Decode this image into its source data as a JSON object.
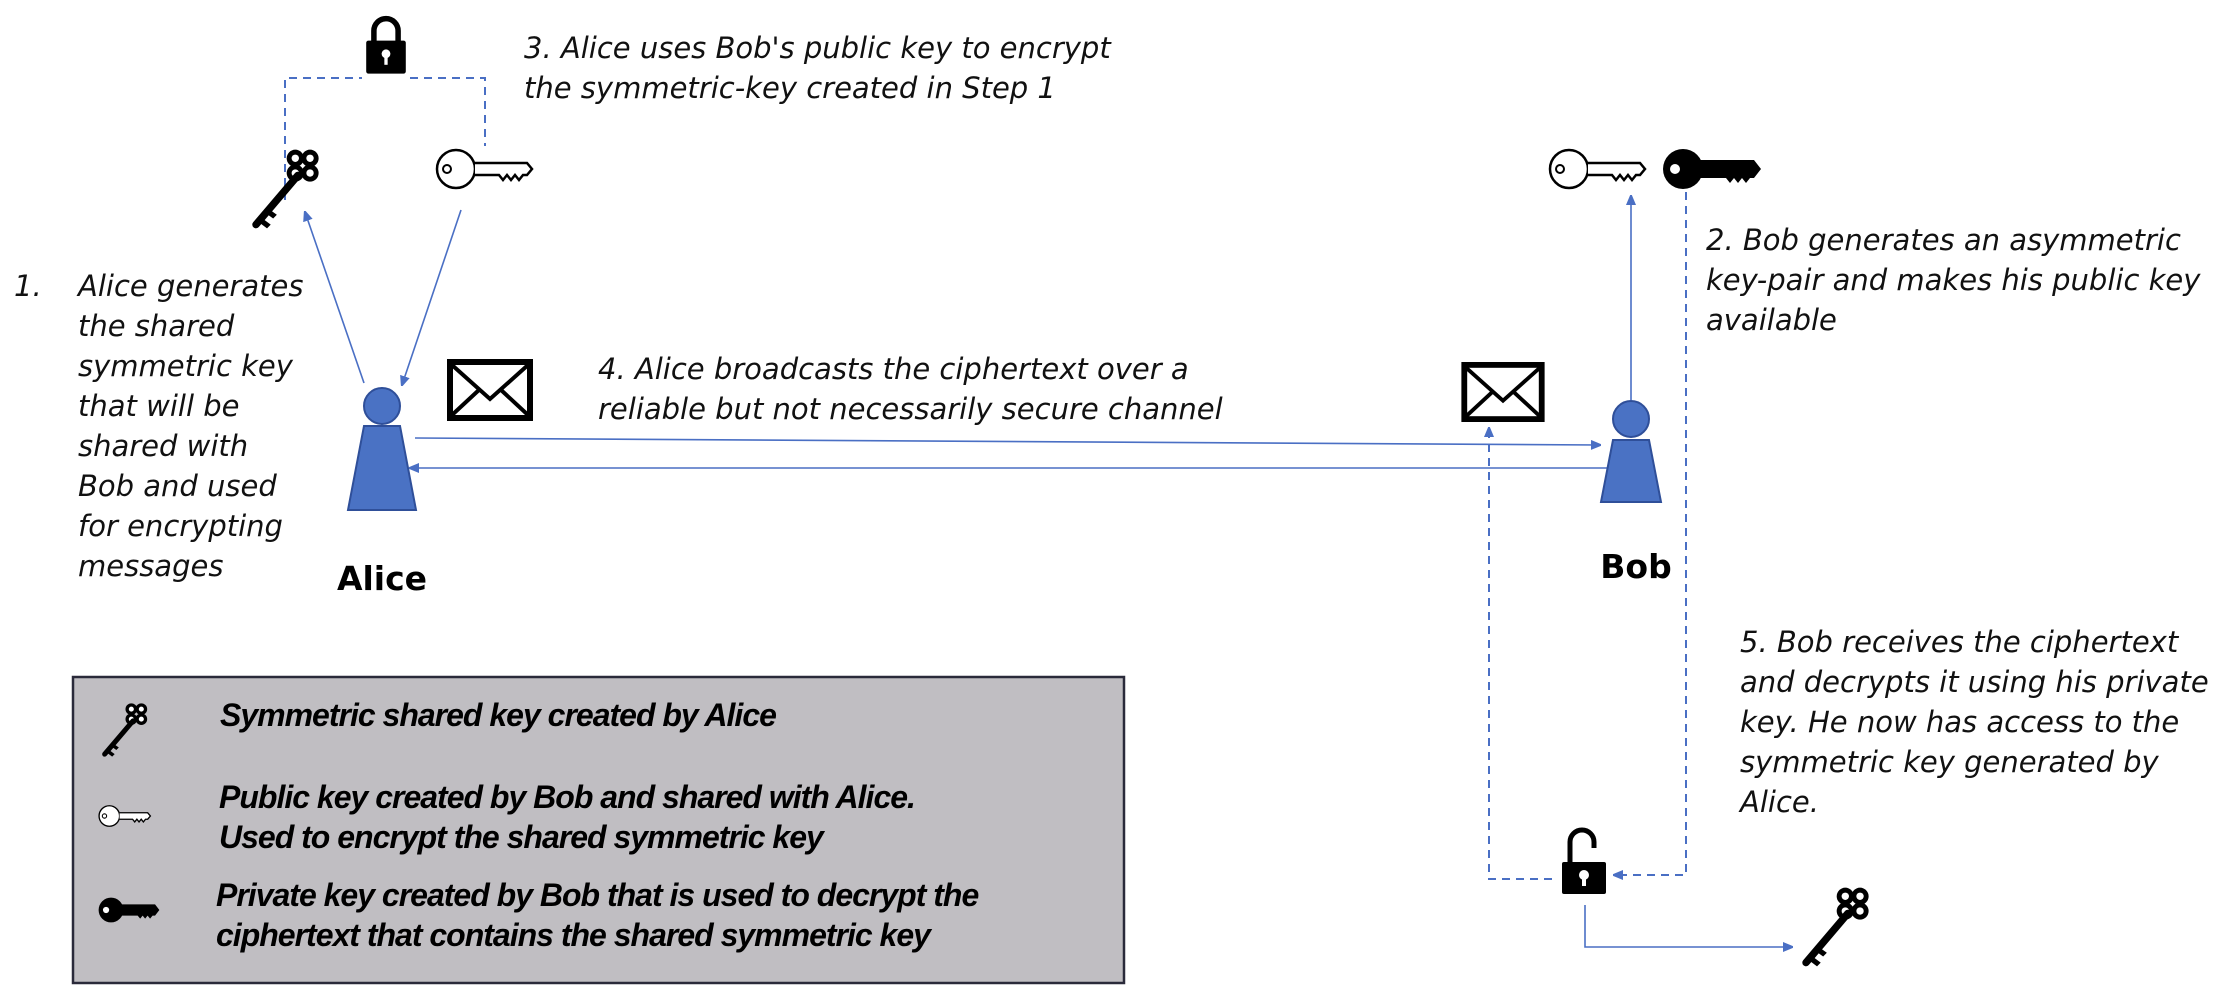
{
  "colors": {
    "person": "#4a72c4",
    "arrow": "#4a6fc4",
    "legend_bg": "#c0bec2",
    "legend_border": "#2a2a3a"
  },
  "actors": {
    "alice": "Alice",
    "bob": "Bob"
  },
  "steps": {
    "step1": {
      "number": "1.",
      "lines": [
        "Alice generates",
        "the shared",
        "symmetric key",
        "that will be",
        "shared with",
        "Bob and used",
        "for encrypting",
        "messages"
      ]
    },
    "step2": {
      "lines": [
        "2. Bob generates an asymmetric",
        "key-pair and makes his public key",
        "available"
      ]
    },
    "step3": {
      "lines": [
        "3. Alice uses Bob's public key to encrypt",
        "the symmetric-key created in Step 1"
      ]
    },
    "step4": {
      "lines": [
        "4. Alice broadcasts the ciphertext over a",
        "reliable but not necessarily secure channel"
      ]
    },
    "step5": {
      "lines": [
        "5.  Bob receives the ciphertext",
        "and decrypts it using his private",
        "key. He now has access to the",
        "symmetric key generated by",
        "Alice."
      ]
    }
  },
  "legend": {
    "items": [
      {
        "icon": "symmetric-key-icon",
        "lines": [
          "Symmetric shared key created by Alice"
        ]
      },
      {
        "icon": "public-key-icon",
        "lines": [
          "Public key created by Bob and shared with Alice.",
          "Used to encrypt the shared symmetric key"
        ]
      },
      {
        "icon": "private-key-icon",
        "lines": [
          "Private key created by Bob that is used to decrypt the",
          "ciphertext that contains the shared symmetric key"
        ]
      }
    ]
  }
}
